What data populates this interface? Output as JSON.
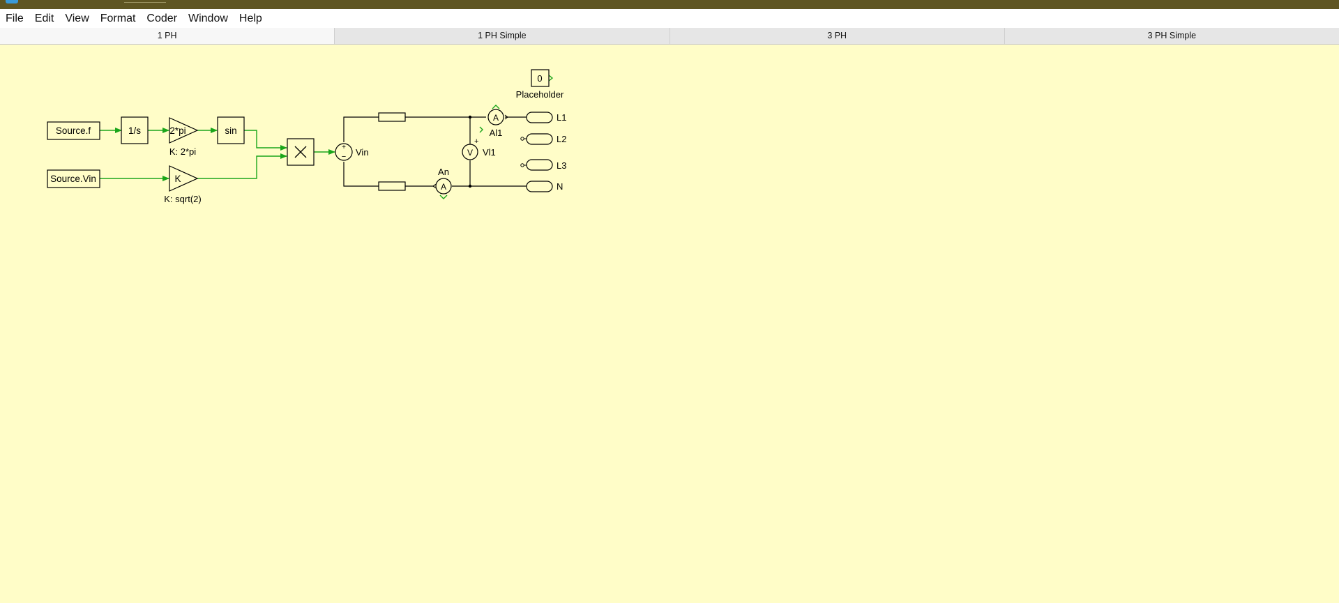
{
  "menu": {
    "items": [
      {
        "label": "File"
      },
      {
        "label": "Edit"
      },
      {
        "label": "View"
      },
      {
        "label": "Format"
      },
      {
        "label": "Coder"
      },
      {
        "label": "Window"
      },
      {
        "label": "Help"
      }
    ]
  },
  "tabs": [
    {
      "label": "1 PH",
      "active": true
    },
    {
      "label": "1 PH Simple",
      "active": false
    },
    {
      "label": "3 PH",
      "active": false
    },
    {
      "label": "3 PH Simple",
      "active": false
    }
  ],
  "diagram": {
    "source_f": "Source.f",
    "integrator": "1/s",
    "gain_2pi_symbol": "2*pi",
    "gain_2pi_label": "K: 2*pi",
    "sin_block": "sin",
    "source_vin": "Source.Vin",
    "gain_k_symbol": "K",
    "gain_k_label": "K: sqrt(2)",
    "vin_label": "Vin",
    "vsource_plus": "+",
    "vsource_minus": "−",
    "constant_value": "0",
    "constant_label": "Placeholder",
    "ammeter_symbol": "A",
    "ammeter_al1_label": "Al1",
    "ammeter_an_label": "An",
    "voltmeter_symbol": "V",
    "voltmeter_label": "Vl1",
    "voltmeter_plus": "+",
    "ports": [
      {
        "label": "L1"
      },
      {
        "label": "L2"
      },
      {
        "label": "L3"
      },
      {
        "label": "N"
      }
    ]
  },
  "colors": {
    "title_bar": "#5f5522",
    "canvas": "#fffdc8",
    "signal_wire": "#1aa51a",
    "electrical_wire": "#000000"
  }
}
